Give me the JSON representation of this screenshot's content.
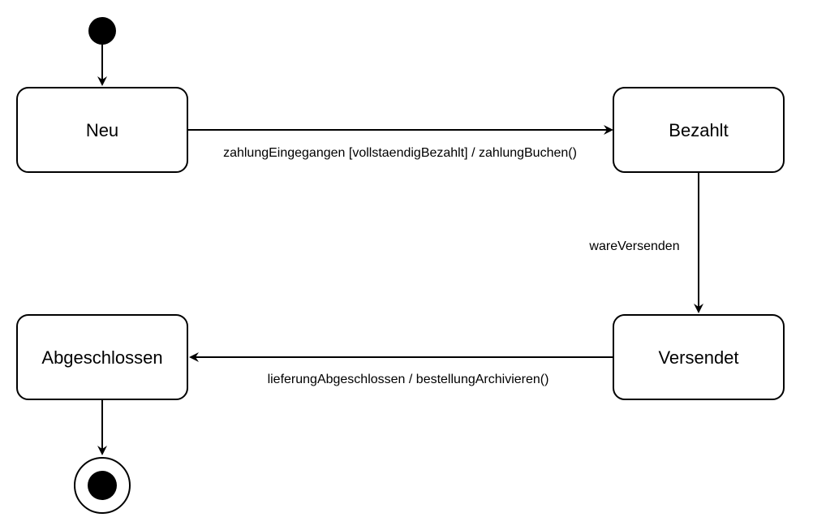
{
  "diagram": {
    "type": "uml-state-machine",
    "states": {
      "neu": "Neu",
      "bezahlt": "Bezahlt",
      "versendet": "Versendet",
      "abgeschlossen": "Abgeschlossen"
    },
    "transitions": {
      "neu_to_bezahlt": "zahlungEingegangen [vollstaendigBezahlt] / zahlungBuchen()",
      "bezahlt_to_versendet": "wareVersenden",
      "versendet_to_abgeschlossen": "lieferungAbgeschlossen / bestellungArchivieren()"
    },
    "colors": {
      "stroke": "#000000",
      "fill": "#ffffff",
      "node": "#000000"
    }
  }
}
